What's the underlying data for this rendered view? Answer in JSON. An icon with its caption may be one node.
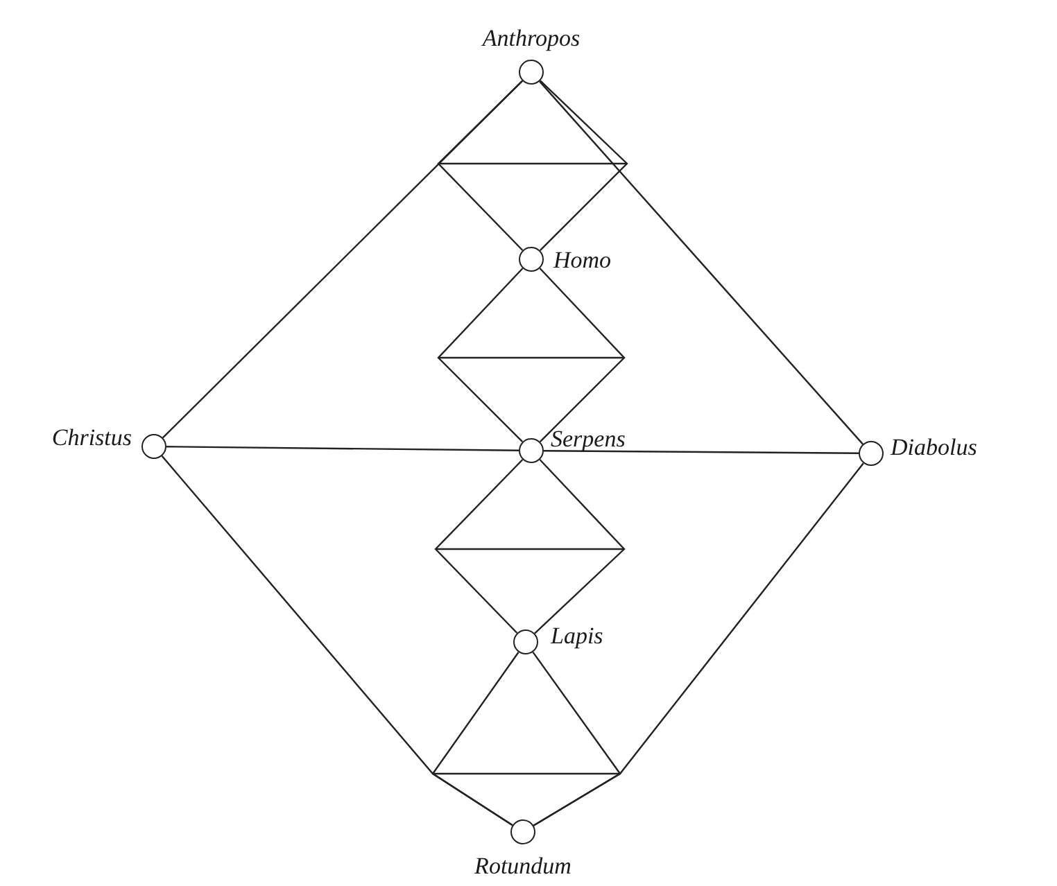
{
  "diagram": {
    "nodes": [
      {
        "text": [
          "Anthropos"
        ]
      },
      {
        "text": [
          "Christus"
        ]
      },
      {
        "text": [
          "Homo"
        ]
      },
      {
        "text": [
          "Serpens"
        ]
      },
      {
        "text": [
          "Diabolus"
        ]
      },
      {
        "text": [
          "Lapis"
        ]
      },
      {
        "text": [
          "Rotundum"
        ]
      }
    ],
    "edges": [
      {
        "from": 0,
        "to": 1,
        "arrow": "none"
      },
      {
        "from": 0,
        "to": 4,
        "arrow": "none"
      },
      {
        "from": 0,
        "to": 2,
        "arrow": "none"
      },
      {
        "from": 0,
        "to": 2,
        "arrow": "none"
      },
      {
        "from": 2,
        "to": 3,
        "arrow": "none"
      },
      {
        "from": 2,
        "to": 3,
        "arrow": "none"
      },
      {
        "from": 1,
        "to": 3,
        "arrow": "none"
      },
      {
        "from": 3,
        "to": 4,
        "arrow": "none"
      },
      {
        "from": 3,
        "to": 5,
        "arrow": "none"
      },
      {
        "from": 3,
        "to": 5,
        "arrow": "none"
      },
      {
        "from": 1,
        "to": 6,
        "arrow": "none"
      },
      {
        "from": 4,
        "to": 6,
        "arrow": "none"
      },
      {
        "from": 5,
        "to": 6,
        "arrow": "none"
      },
      {
        "from": 5,
        "to": 6,
        "arrow": "none"
      }
    ]
  }
}
